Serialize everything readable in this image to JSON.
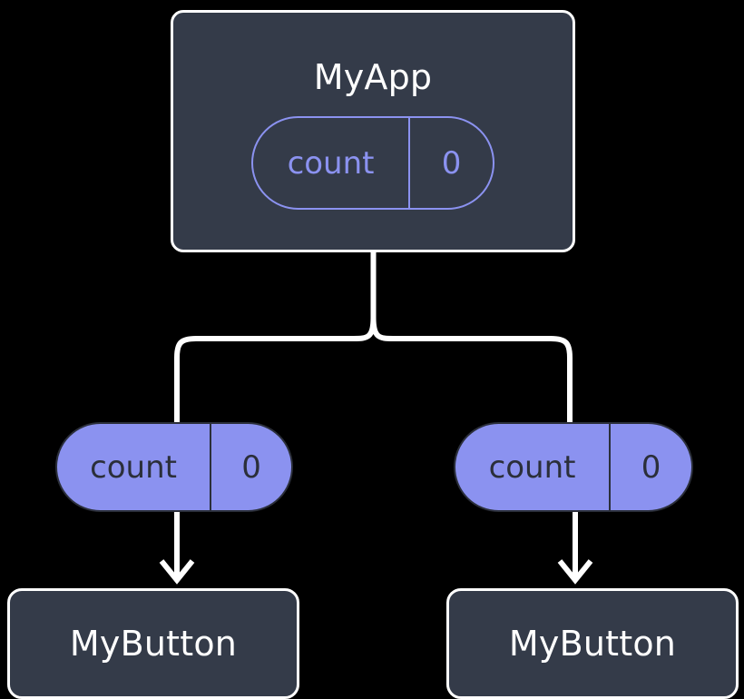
{
  "diagram": {
    "type": "component-state-flow-tree",
    "background_color": "#000000",
    "accent_color": "#8b92f0",
    "surface_color": "#343b49",
    "stroke_color": "#ffffff",
    "dark_ink_color": "#2b2f3a"
  },
  "root": {
    "title": "MyApp",
    "state_pill": {
      "key": "count",
      "value": "0"
    }
  },
  "branches": [
    {
      "prop_pill": {
        "key": "count",
        "value": "0"
      },
      "child": {
        "title": "MyButton"
      }
    },
    {
      "prop_pill": {
        "key": "count",
        "value": "0"
      },
      "child": {
        "title": "MyButton"
      }
    }
  ]
}
